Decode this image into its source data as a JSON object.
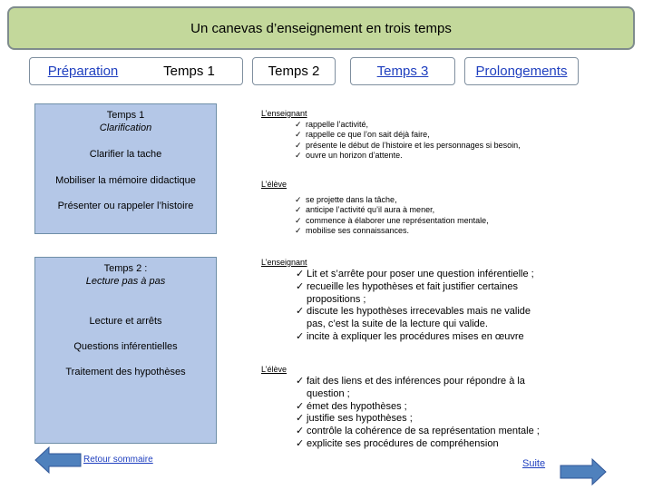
{
  "title": "Un canevas d’enseignement en trois temps",
  "nav": {
    "preparation": "Préparation",
    "temps1": "Temps 1",
    "temps2": "Temps 2",
    "temps3": "Temps 3",
    "prolongements": "Prolongements"
  },
  "panel1": {
    "heading": "Temps 1",
    "subheading": "Clarification",
    "items": [
      "Clarifier la tache",
      "Mobiliser la mémoire  didactique",
      "Présenter ou rappeler l’histoire"
    ]
  },
  "panel2": {
    "heading": "Temps 2 :",
    "subheading": "Lecture pas à pas",
    "items": [
      "Lecture et arrêts",
      "Questions inférentielles",
      "Traitement des hypothèses"
    ]
  },
  "block1": {
    "head": "L’enseignant",
    "items": [
      "rappelle l’activité,",
      "rappelle ce que l’on sait déjà faire,",
      "présente le début de l’histoire et les personnages si besoin,",
      "ouvre un horizon d’attente."
    ]
  },
  "block2": {
    "head": "L’élève",
    "items": [
      "se projette dans la tâche,",
      "anticipe l’activité qu’il aura à mener,",
      "commence à élaborer une représentation mentale,",
      "mobilise ses connaissances."
    ]
  },
  "block3": {
    "head": "L’enseignant",
    "items": [
      "Lit et s’arrête pour poser une question inférentielle ;",
      "recueille les hypothèses et fait justifier certaines propositions ;",
      "discute les hypothèses irrecevables mais ne valide pas, c’est la suite de la lecture qui valide.",
      "incite à expliquer les procédures mises en œuvre"
    ]
  },
  "block4": {
    "head": "L’élève",
    "items": [
      "fait des liens et des inférences pour répondre à la question ;",
      "émet des hypothèses ;",
      "justifie ses hypothèses ;",
      "contrôle la cohérence de sa représentation mentale ;",
      " explicite ses procédures de compréhension"
    ]
  },
  "footer": {
    "back": "Retour sommaire",
    "next": "Suite"
  },
  "colors": {
    "title_bg": "#c3d89b",
    "panel_bg": "#b4c7e7",
    "arrow": "#4f81bd",
    "link": "#1f3fbf"
  }
}
